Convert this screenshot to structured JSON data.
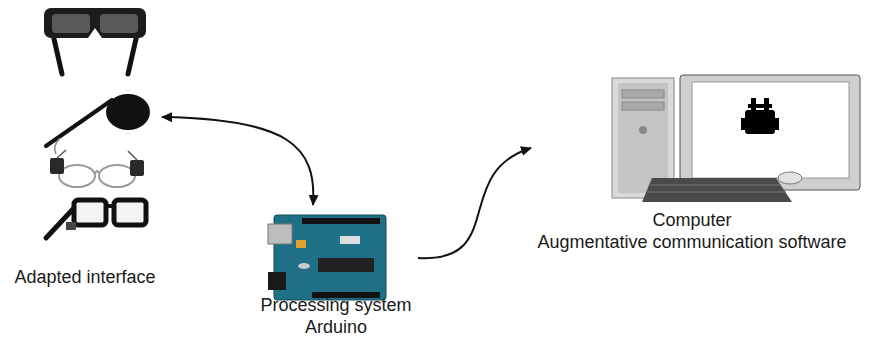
{
  "diagram": {
    "nodes": [
      {
        "text": [
          "Adapted interface"
        ]
      },
      {
        "text": [
          "Processing system",
          "Arduino"
        ]
      },
      {
        "text": [
          "Computer",
          "Augmentative communication software"
        ]
      }
    ],
    "edges": [
      {
        "from": 0,
        "to": 1,
        "arrow": "both"
      },
      {
        "from": 1,
        "to": 2,
        "arrow": "to"
      }
    ]
  }
}
